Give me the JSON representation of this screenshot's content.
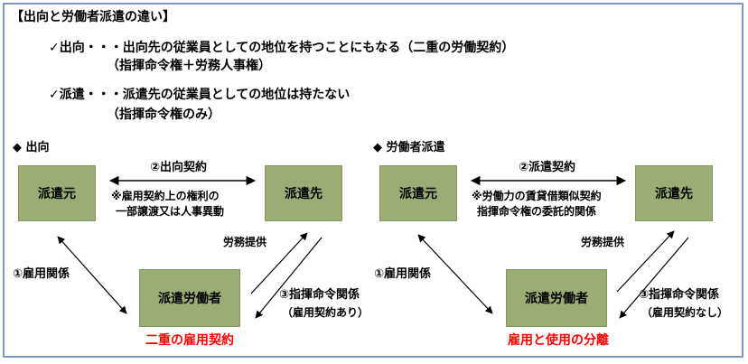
{
  "header": {
    "title": "【出向と労働者派遣の違い】"
  },
  "points": [
    {
      "line1": "✓出向・・・出向先の従業員としての地位を持つことにもなる（二重の労働契約）",
      "line2": "（指揮命令権＋労務人事権）"
    },
    {
      "line1": "✓派遣・・・派遣先の従業員としての地位は持たない",
      "line2": "（指揮命令権のみ）"
    }
  ],
  "left": {
    "heading": "◆ 出向",
    "source": "派遣元",
    "dest": "派遣先",
    "worker": "派遣労働者",
    "contract": "②出向契約",
    "note1": "※雇用契約上の権利の",
    "note2": "一部譲渡又は人事異動",
    "employment": "①雇用関係",
    "labor": "労務提供",
    "command1": "③指揮命令関係",
    "command2": "（雇用契約あり）",
    "result": "二重の雇用契約"
  },
  "right": {
    "heading": "◆ 労働者派遣",
    "source": "派遣元",
    "dest": "派遣先",
    "worker": "派遣労働者",
    "contract": "②派遣契約",
    "note1": "※労働力の賃貸借類似契約",
    "note2": "指揮命令権の委託的関係",
    "employment": "①雇用関係",
    "labor": "労務提供",
    "command1": "③指揮命令関係",
    "command2": "（雇用契約なし）",
    "result": "雇用と使用の分離"
  },
  "colors": {
    "box": "#99ad74",
    "frame": "#7f98c7",
    "emphasis": "#ff0000"
  }
}
